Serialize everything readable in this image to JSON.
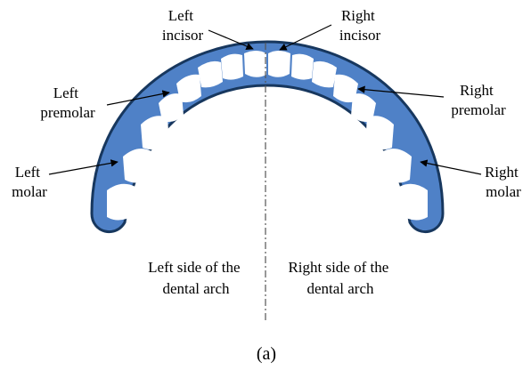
{
  "labels": {
    "left_incisor": [
      "Left",
      "incisor"
    ],
    "right_incisor": [
      "Right",
      "incisor"
    ],
    "left_premolar": [
      "Left",
      "premolar"
    ],
    "right_premolar": [
      "Right",
      "premolar"
    ],
    "left_molar": [
      "Left",
      "molar"
    ],
    "right_molar": [
      "Right",
      "molar"
    ],
    "left_side": [
      "Left side of the",
      "dental arch"
    ],
    "right_side": [
      "Right side of the",
      "dental arch"
    ]
  },
  "caption": "(a)",
  "colors": {
    "arch_fill": "#4f81c7",
    "arch_outline": "#17375e",
    "teeth": "#ffffff",
    "midline": "#555555"
  }
}
